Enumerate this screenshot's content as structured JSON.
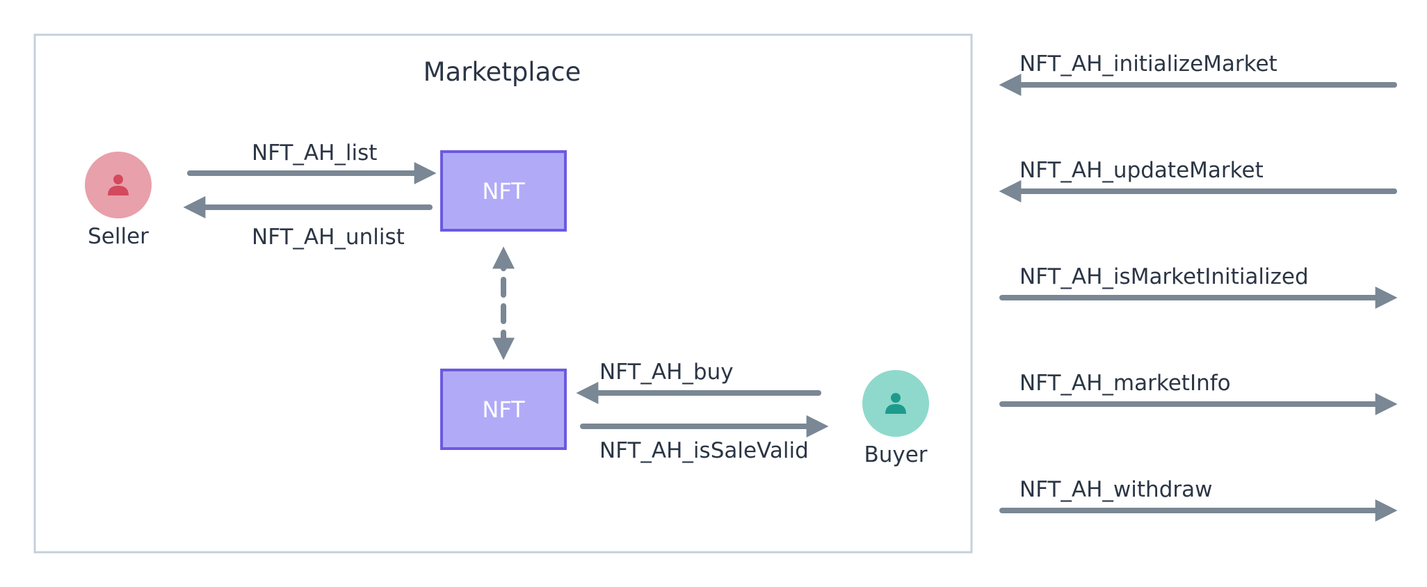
{
  "marketplace": {
    "title": "Marketplace",
    "seller": {
      "label": "Seller",
      "color": "#e8a0aa",
      "icon_color": "#d3495d"
    },
    "buyer": {
      "label": "Buyer",
      "color": "#8fd9cc",
      "icon_color": "#1e9b8d"
    },
    "nft_top": {
      "label": "NFT"
    },
    "nft_bottom": {
      "label": "NFT"
    },
    "actions": {
      "list": "NFT_AH_list",
      "unlist": "NFT_AH_unlist",
      "buy": "NFT_AH_buy",
      "is_sale_valid": "NFT_AH_isSaleValid"
    }
  },
  "side_functions": [
    {
      "label": "NFT_AH_initializeMarket",
      "direction": "in"
    },
    {
      "label": "NFT_AH_updateMarket",
      "direction": "in"
    },
    {
      "label": "NFT_AH_isMarketInitialized",
      "direction": "out"
    },
    {
      "label": "NFT_AH_marketInfo",
      "direction": "out"
    },
    {
      "label": "NFT_AH_withdraw",
      "direction": "out"
    }
  ],
  "colors": {
    "arrow": "#7a8794",
    "box_border": "#c5d0dc",
    "nft_fill": "#b1abf7",
    "nft_border": "#6b5ae0",
    "text": "#2b3645"
  }
}
